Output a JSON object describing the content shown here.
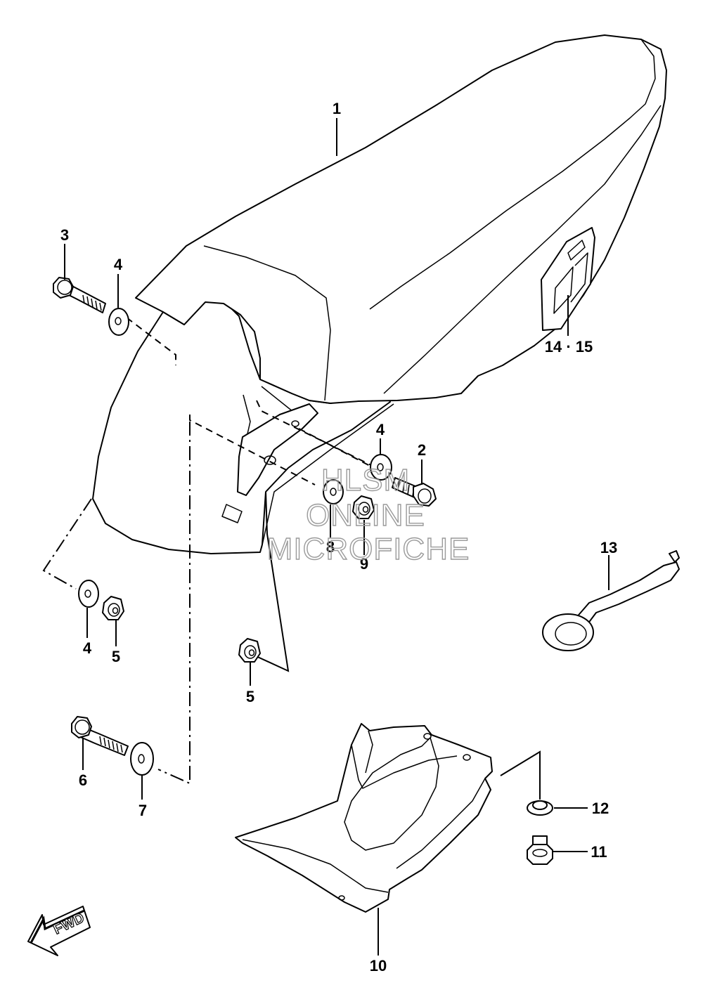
{
  "callouts": [
    {
      "id": "c1",
      "text": "1"
    },
    {
      "id": "c2",
      "text": "2"
    },
    {
      "id": "c3",
      "text": "3"
    },
    {
      "id": "c4a",
      "text": "4"
    },
    {
      "id": "c4b",
      "text": "4"
    },
    {
      "id": "c4c",
      "text": "4"
    },
    {
      "id": "c5a",
      "text": "5"
    },
    {
      "id": "c5b",
      "text": "5"
    },
    {
      "id": "c6",
      "text": "6"
    },
    {
      "id": "c7",
      "text": "7"
    },
    {
      "id": "c8",
      "text": "8"
    },
    {
      "id": "c9",
      "text": "9"
    },
    {
      "id": "c10",
      "text": "10"
    },
    {
      "id": "c11",
      "text": "11"
    },
    {
      "id": "c12",
      "text": "12"
    },
    {
      "id": "c13",
      "text": "13"
    },
    {
      "id": "c1415",
      "text": "14 · 15"
    }
  ],
  "watermark": {
    "line1": "HLSM",
    "line2": "ONLINE",
    "line3": "MICROFICHE"
  },
  "fwd_label": "FWD"
}
